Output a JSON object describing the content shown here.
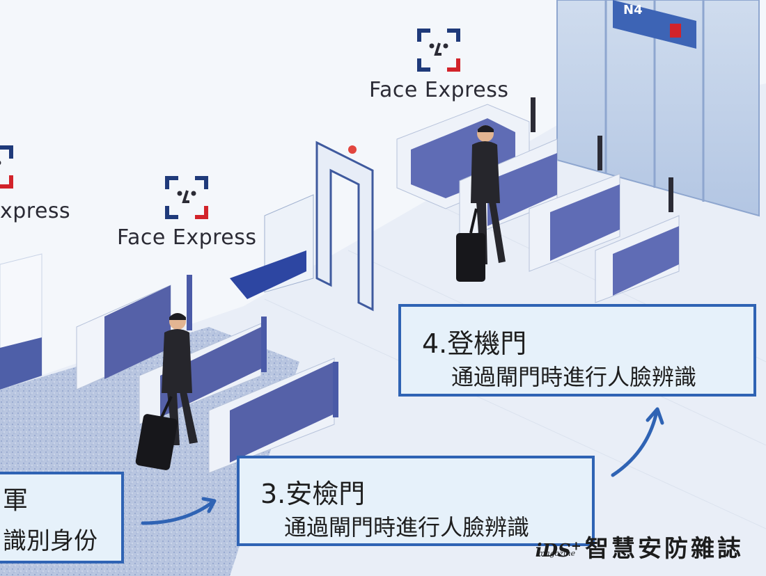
{
  "brand": {
    "name": "Face Express",
    "name_cropped": "xpress"
  },
  "callouts": {
    "cropped": {
      "line1": "軍",
      "line2": "識別身份"
    },
    "security": {
      "title": "3.安檢門",
      "desc": "通過閘門時進行人臉辨識"
    },
    "boarding": {
      "title": "4.登機門",
      "desc": "通過閘門時進行人臉辨識"
    }
  },
  "gate_sign": "N4",
  "watermark": {
    "logo": "iDS",
    "sub": "magazine",
    "name": "智慧安防雜誌"
  },
  "colors": {
    "accent_blue": "#2f63b4",
    "callout_bg": "#e6f1fa",
    "logo_red": "#d2232a",
    "logo_navy": "#1f3a7a"
  }
}
